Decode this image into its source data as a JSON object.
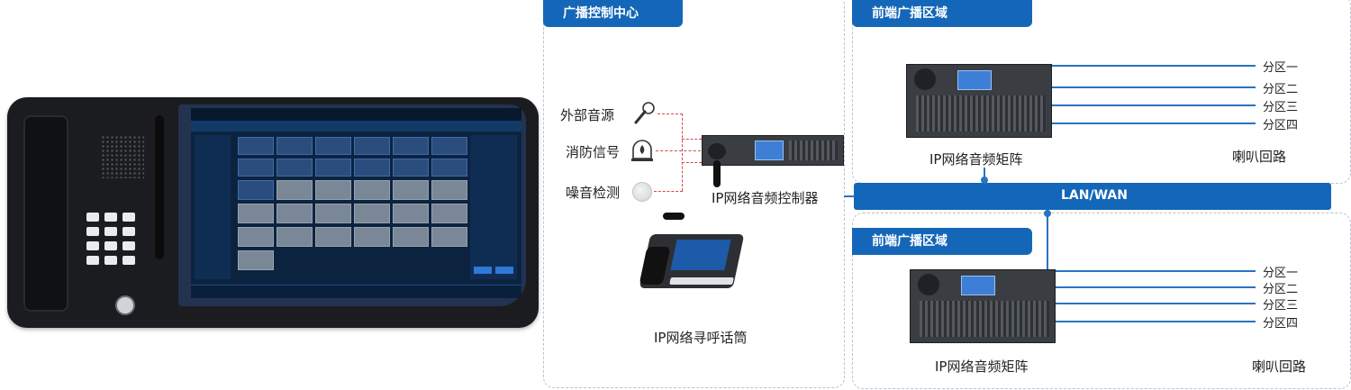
{
  "colors": {
    "accent": "#1467b8",
    "line": "#2a73c0",
    "alarm_line": "#d64848"
  },
  "control_center": {
    "title": "广播控制中心"
  },
  "inputs": [
    {
      "label": "外部音源",
      "icon": "microphone-icon"
    },
    {
      "label": "消防信号",
      "icon": "fire-alarm-icon"
    },
    {
      "label": "噪音检测",
      "icon": "noise-sensor-icon"
    }
  ],
  "controller": {
    "label": "IP网络音频控制器"
  },
  "paging_mic": {
    "label": "IP网络寻呼话筒"
  },
  "network": {
    "label": "LAN/WAN"
  },
  "zone_top": {
    "title": "前端广播区域",
    "matrix_label": "IP网络音频矩阵",
    "speaker_label": "喇叭回路",
    "zones": [
      "分区一",
      "分区二",
      "分区三",
      "分区四"
    ]
  },
  "zone_bottom": {
    "title": "前端广播区域",
    "matrix_label": "IP网络音频矩阵",
    "speaker_label": "喇叭回路",
    "zones": [
      "分区一",
      "分区二",
      "分区三",
      "分区四"
    ]
  }
}
